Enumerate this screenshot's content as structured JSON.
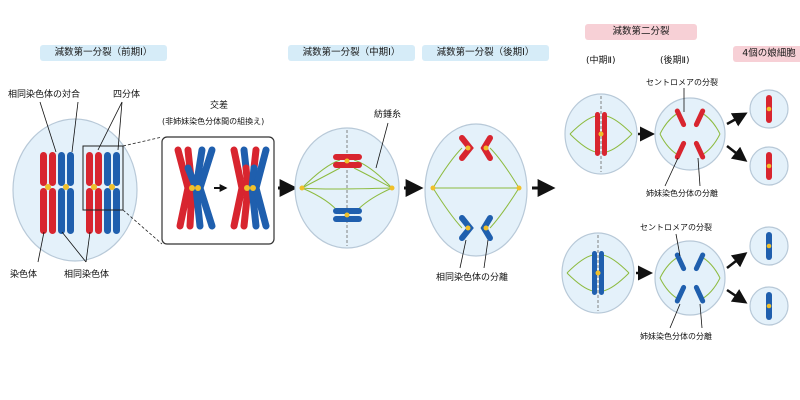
{
  "stages": {
    "meiosis1_prophase": "減数第一分裂（前期Ⅰ）",
    "meiosis1_metaphase": "減数第一分裂（中期Ⅰ）",
    "meiosis1_anaphase": "減数第一分裂（後期Ⅰ）",
    "meiosis2": "減数第二分裂",
    "metaphase2": "(中期Ⅱ)",
    "anaphase2": "(後期Ⅱ)",
    "daughter_cells": "4個の娘細胞"
  },
  "labels": {
    "homolog_pair": "相同染色体の対合",
    "tetrad": "四分体",
    "chromosome": "染色体",
    "homologous_chromosome": "相同染色体",
    "crossover_title": "交差",
    "crossover_subtitle": "(非姉妹染色分体間の組換え)",
    "spindle_fiber": "紡錘糸",
    "homolog_separation": "相同染色体の分離",
    "centromere_division_top": "セントロメアの分裂",
    "sister_separation_top": "姉妹染色分体の分離",
    "centromere_division_bottom": "セントロメアの分裂",
    "sister_separation_bottom": "姉妹染色分体の分離"
  },
  "colors": {
    "red_chromosome": "#d8252f",
    "blue_chromosome": "#1f5fae",
    "centromere": "#f0c02a",
    "cell_fill": "#e4f1fa",
    "cell_border": "#b8c9d8",
    "spindle": "#8dbb3f",
    "tag_blue": "#d6ecf8",
    "tag_pink": "#f7d0d6"
  }
}
